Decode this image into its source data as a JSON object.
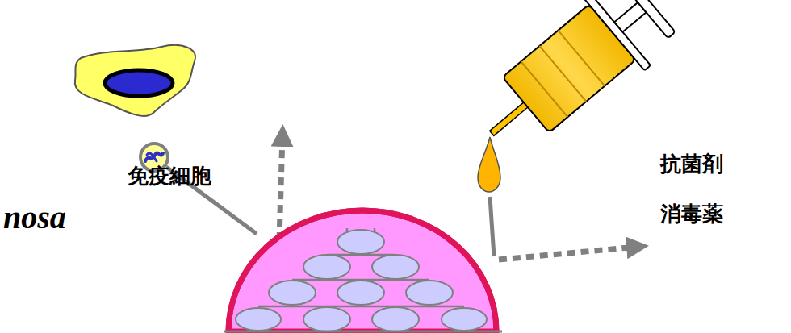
{
  "diagram": {
    "labels": [
      "抗菌剤",
      "免疫細胞",
      "消毒薬",
      "nosa"
    ]
  }
}
